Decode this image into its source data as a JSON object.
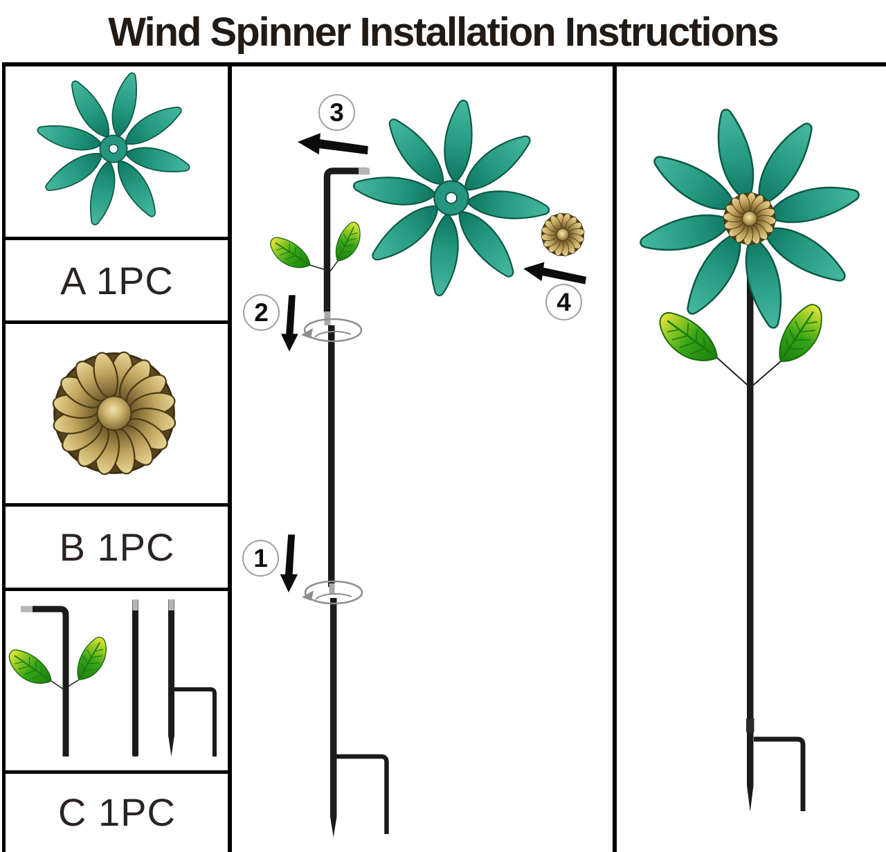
{
  "title": "Wind Spinner Installation Instructions",
  "parts_list": [
    {
      "part_id": "A",
      "label": "A 1PC",
      "item_name": "teal-pinwheel-flower"
    },
    {
      "part_id": "B",
      "label": "B 1PC",
      "item_name": "bronze-flower-medallion"
    },
    {
      "part_id": "C",
      "label": "C 1PC",
      "item_name": "stake-pole-set-with-leaves"
    }
  ],
  "assembly_steps": [
    {
      "number": "1"
    },
    {
      "number": "2"
    },
    {
      "number": "3"
    },
    {
      "number": "4"
    }
  ],
  "colors": {
    "teal_petal": "#2aa086",
    "teal_petal_dark": "#0f7560",
    "bronze_gold": "#c2a55e",
    "bronze_dark": "#4a3a17",
    "leaf_green": "#33a417",
    "leaf_yellow": "#e8e33a",
    "pole_black": "#1b1b1b",
    "border_black": "#000000",
    "circle_outline_gray": "#9f9f9f",
    "title_ink": "#221a14"
  }
}
